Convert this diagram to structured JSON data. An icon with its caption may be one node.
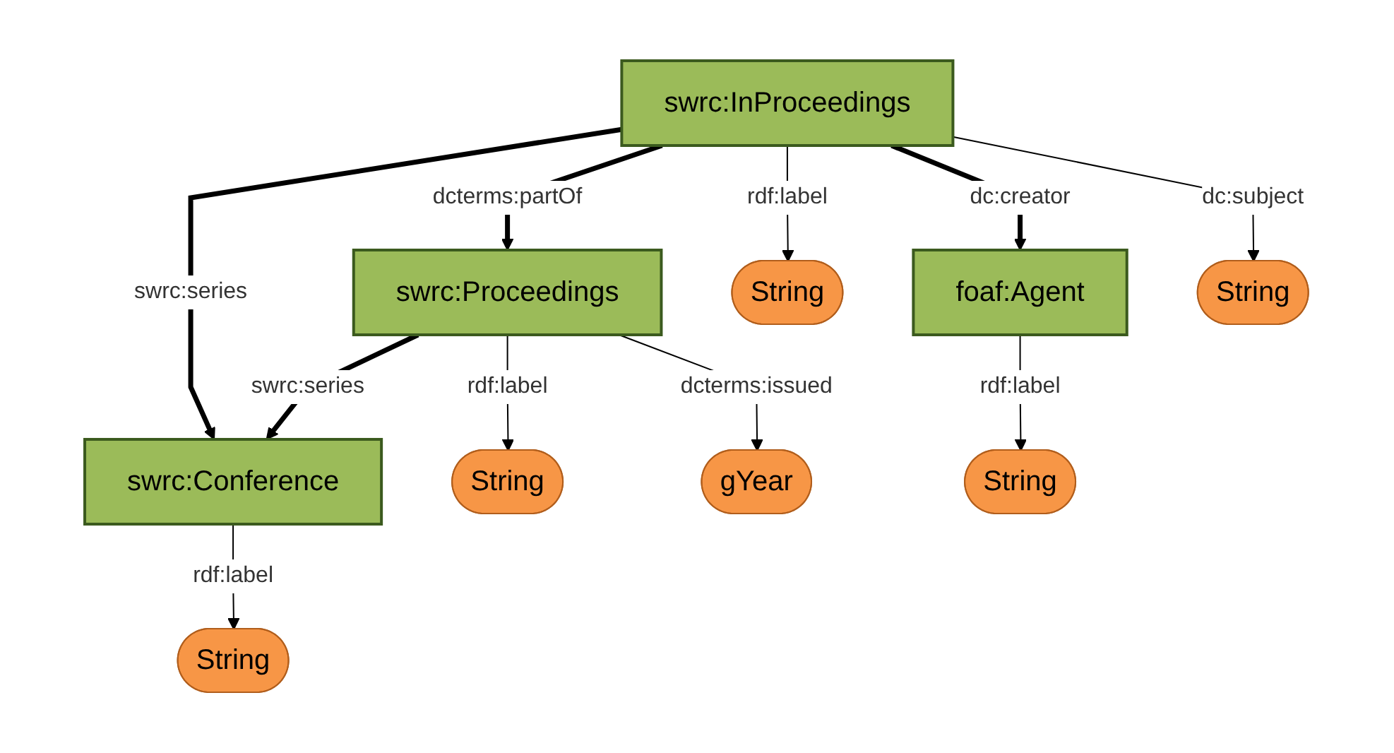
{
  "diagram": {
    "nodes": [
      {
        "text": [
          "swrc:Conference"
        ]
      },
      {
        "text": [
          "swrc:Proceedings"
        ]
      },
      {
        "text": [
          "String"
        ]
      },
      {
        "text": [
          "String"
        ]
      },
      {
        "text": [
          "gYear"
        ]
      },
      {
        "text": [
          "String"
        ]
      },
      {
        "text": [
          "String"
        ]
      },
      {
        "text": [
          "swrc:InProceedings"
        ]
      },
      {
        "text": [
          "foaf:Agent"
        ]
      },
      {
        "text": [
          "String"
        ]
      }
    ],
    "edges": [
      {
        "from": 1,
        "to": 0,
        "arrow": "to",
        "label": "swrc:series",
        "style": "thick"
      },
      {
        "from": 0,
        "to": 2,
        "arrow": "to",
        "label": "rdf:label"
      },
      {
        "from": 1,
        "to": 3,
        "arrow": "to",
        "label": "rdf:label"
      },
      {
        "from": 1,
        "to": 4,
        "arrow": "to",
        "label": "dcterms:issued"
      },
      {
        "from": 7,
        "to": 0,
        "arrow": "to",
        "label": "swrc:series",
        "style": "thick"
      },
      {
        "from": 7,
        "to": 1,
        "arrow": "to",
        "label": "dcterms:partOf",
        "style": "thick"
      },
      {
        "from": 7,
        "to": 6,
        "arrow": "to",
        "label": "rdf:label"
      },
      {
        "from": 7,
        "to": 8,
        "arrow": "to",
        "label": "dc:creator",
        "style": "thick"
      },
      {
        "from": 8,
        "to": 5,
        "arrow": "to",
        "label": "rdf:label"
      },
      {
        "from": 7,
        "to": 9,
        "arrow": "to",
        "label": "dc:subject"
      }
    ]
  }
}
